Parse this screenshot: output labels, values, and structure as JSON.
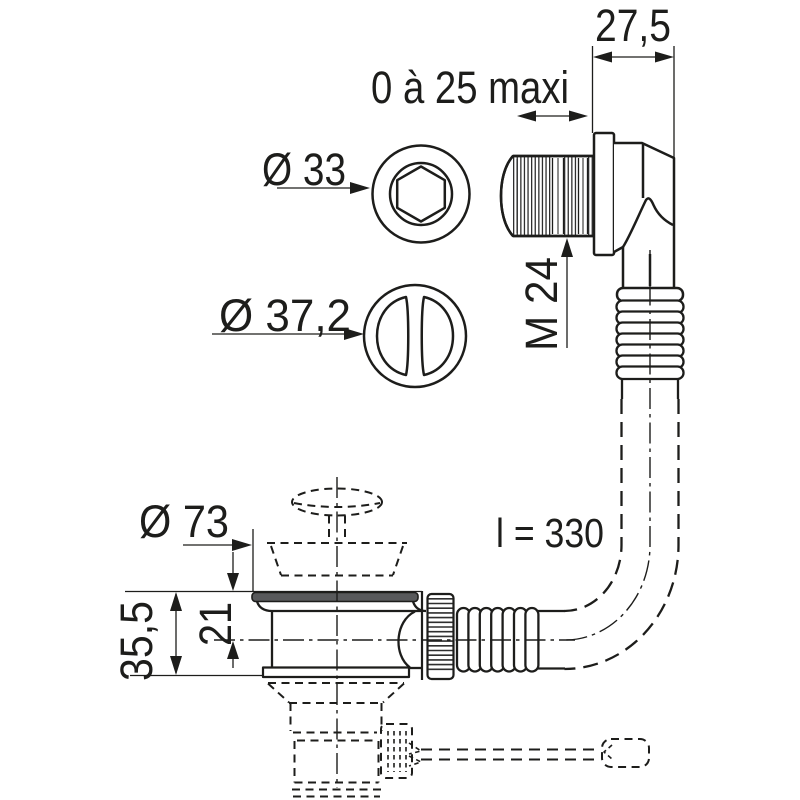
{
  "diagram": {
    "background_color": "#ffffff",
    "line_color": "#1d1d1b",
    "flange_fill_color": "#58595b",
    "labels": {
      "top_width": "27,5",
      "adjustment_range": "0 à 25 maxi",
      "knob_diameter": "Ø 33",
      "cover_diameter": "Ø 37,2",
      "thread_size": "M 24",
      "hose_length": "l = 330",
      "flange_diameter": "Ø 73",
      "depth_to_axis": "21",
      "overall_depth": "35,5"
    }
  }
}
